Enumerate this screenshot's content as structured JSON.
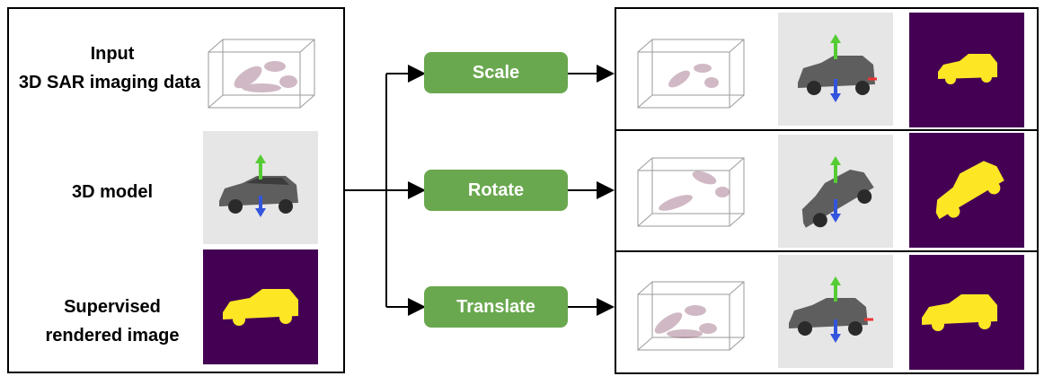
{
  "left_panel": {
    "input_label_line1": "Input",
    "input_label_line2": "3D SAR imaging data",
    "model_label": "3D model",
    "rendered_label_line1": "Supervised",
    "rendered_label_line2": "rendered image"
  },
  "operations": [
    {
      "label": "Scale"
    },
    {
      "label": "Rotate"
    },
    {
      "label": "Translate"
    }
  ],
  "colors": {
    "button_green": "#6aa84f",
    "mask_bg": "#440154",
    "mask_fg": "#fde725",
    "model_bg": "#e6e6e6",
    "sar_tint": "#7b3a5a"
  },
  "icons": [
    "sar-volume-icon",
    "car-model-icon",
    "car-mask-icon",
    "arrow-icon"
  ]
}
